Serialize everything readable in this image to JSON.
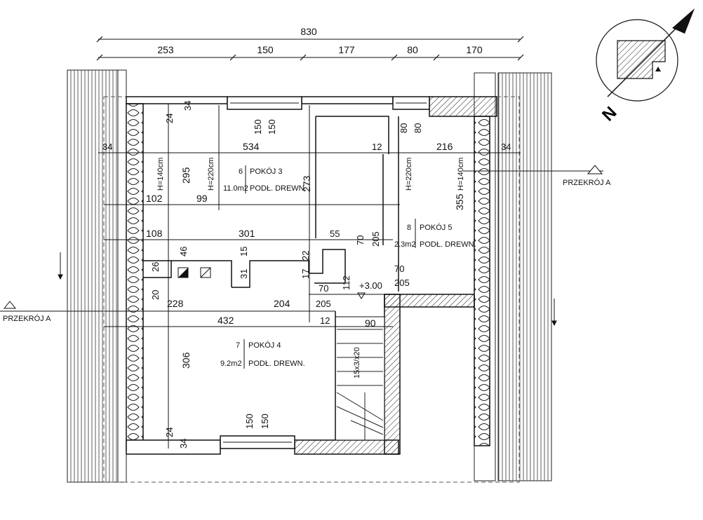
{
  "overall_dimension": "830",
  "top_dimensions": [
    "253",
    "150",
    "177",
    "80",
    "170"
  ],
  "rooms": [
    {
      "number": "6",
      "name": "POKÓJ 3",
      "area": "11.0m2",
      "floor": "PODŁ. DREWN."
    },
    {
      "number": "8",
      "name": "POKÓJ 5",
      "area": "2.3m2",
      "floor": "PODŁ. DREWN."
    },
    {
      "number": "7",
      "name": "POKÓJ 4",
      "area": "9.2m2",
      "floor": "PODŁ. DREWN."
    }
  ],
  "section_label": "PRZEKRÓJ A",
  "level": "+3.00",
  "stairs": "15x3/x20",
  "north": "N",
  "heights": {
    "h140": "H=140cm",
    "h220": "H=220cm"
  },
  "dims": {
    "d24": "24",
    "d34": "34",
    "d150": "150",
    "d80": "80",
    "d534": "534",
    "d12": "12",
    "d216": "216",
    "d295": "295",
    "d273": "273",
    "d355": "355",
    "d102": "102",
    "d99": "99",
    "d108": "108",
    "d301": "301",
    "d55": "55",
    "d70": "70",
    "d205": "205",
    "d46": "46",
    "d15": "15",
    "d22": "22",
    "d26": "26",
    "d31": "31",
    "d17": "17",
    "d112": "112",
    "d20": "20",
    "d228": "228",
    "d204": "204",
    "d432": "432",
    "d90": "90",
    "d306": "306"
  }
}
